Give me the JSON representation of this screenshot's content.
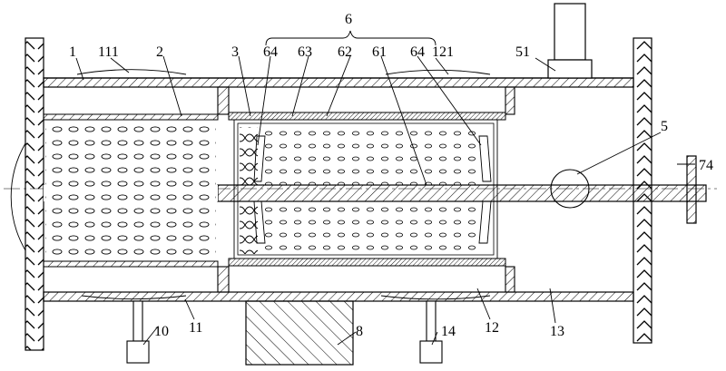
{
  "figure": {
    "labels": {
      "l1": "1",
      "l111": "111",
      "l2": "2",
      "l3": "3",
      "l64a": "64",
      "l63": "63",
      "l62": "62",
      "l61": "61",
      "l64b": "64",
      "l121": "121",
      "l51": "51",
      "l6": "6",
      "l5": "5",
      "l74": "74",
      "l10": "10",
      "l11": "11",
      "l8": "8",
      "l14": "14",
      "l12": "12",
      "l13": "13"
    }
  }
}
